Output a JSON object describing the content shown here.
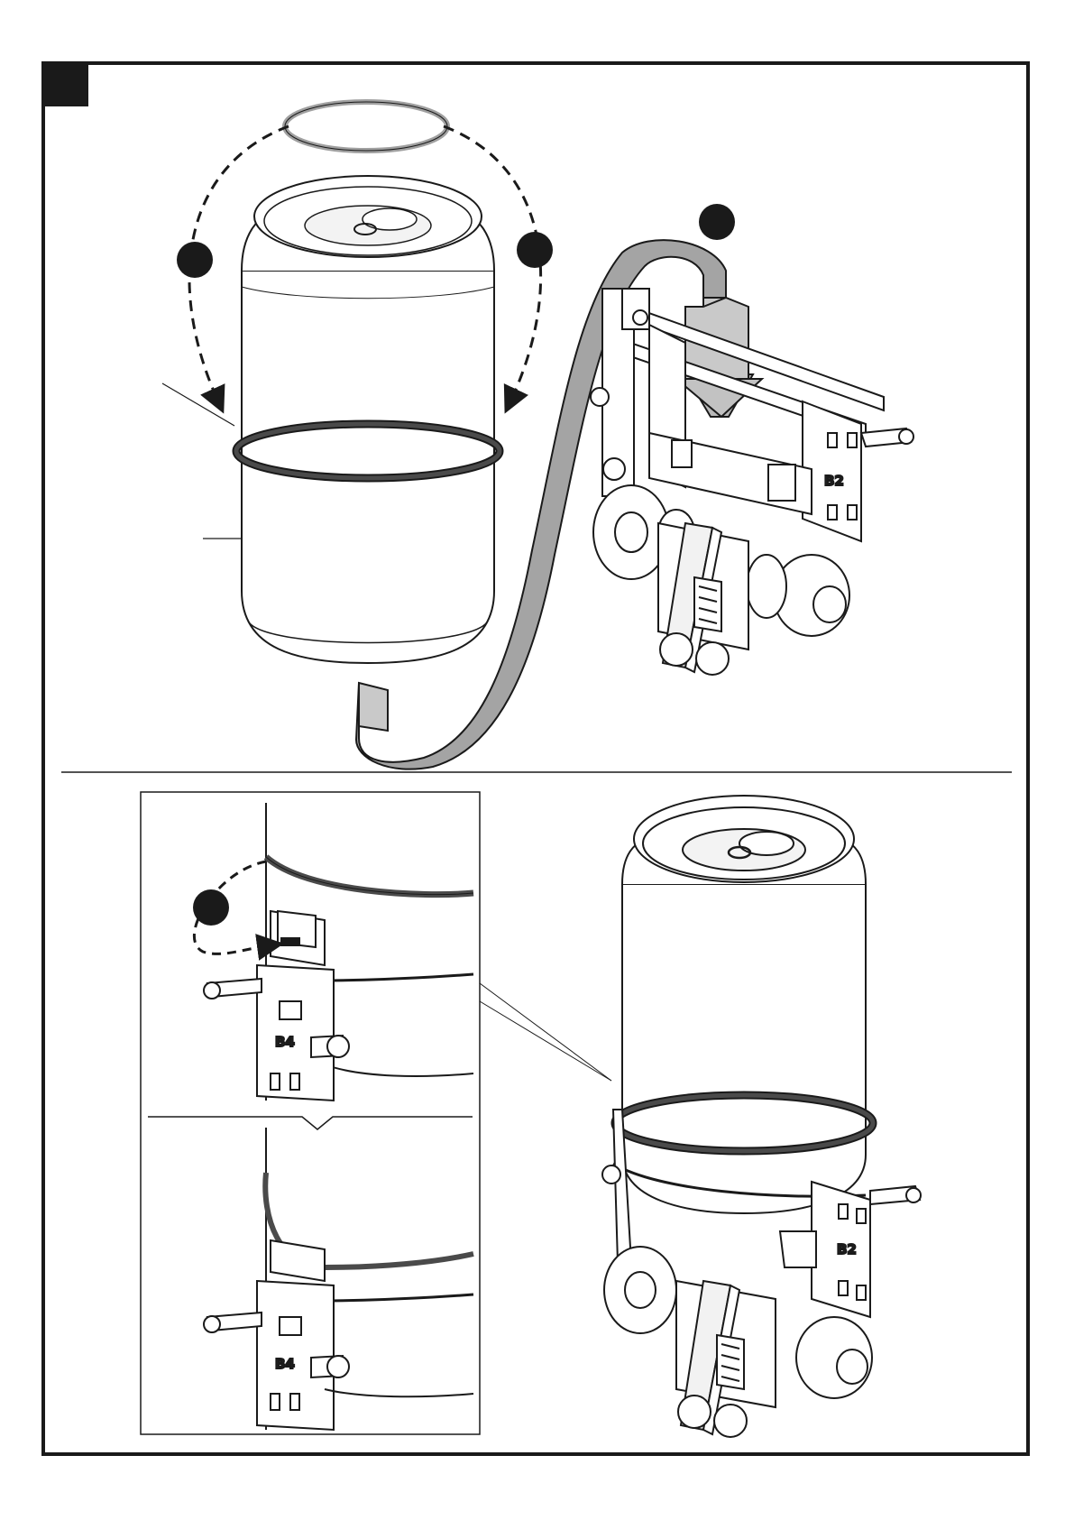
{
  "page": {
    "step_number": "",
    "part_labels": {
      "top_module": "B2",
      "inset_top_module": "B4",
      "inset_bottom_module": "B4",
      "assembled_module": "B2"
    },
    "callouts": {
      "ring_left": "",
      "ring_right": "",
      "strip": "",
      "clip": ""
    },
    "colors": {
      "ink": "#1a1a1a",
      "strip_fill": "#a4a4a4",
      "strip_end": "#c9c9c9",
      "ring_ghost": "#a0a0a0",
      "ring_dark": "#4a4a4a",
      "badge": "#1a1a1a"
    },
    "icons": [
      "step-badge-icon",
      "rubber-ring-icon",
      "arrow-down-icon",
      "can-icon",
      "module-icon"
    ]
  }
}
